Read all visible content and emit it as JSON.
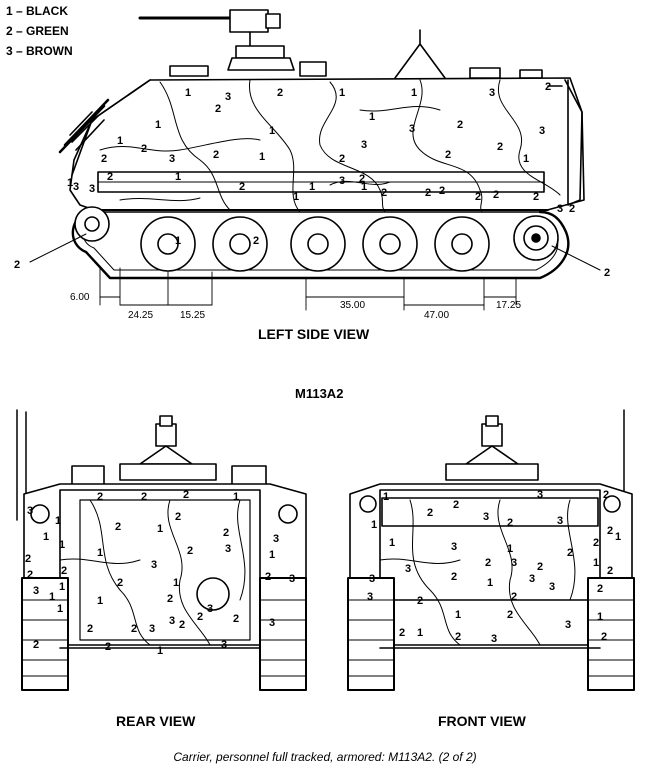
{
  "legend": [
    {
      "number": "1",
      "label": "1 – BLACK"
    },
    {
      "number": "2",
      "label": "2 – GREEN"
    },
    {
      "number": "3",
      "label": "3 – BROWN"
    }
  ],
  "views": {
    "left": "LEFT SIDE VIEW",
    "rear": "REAR VIEW",
    "front": "FRONT VIEW"
  },
  "model": "M113A2",
  "caption": "Carrier, personnel full tracked, armored: M113A2.  (2 of 2)",
  "dimensions": {
    "d1": "6.00",
    "d2": "24.25",
    "d3": "15.25",
    "d4": "35.00",
    "d5": "47.00",
    "d6": "17.25"
  },
  "callouts": {
    "left": "2",
    "right": "2"
  },
  "zones": {
    "side": [
      "1",
      "3",
      "2",
      "1",
      "1",
      "3",
      "2",
      "1",
      "2",
      "1",
      "1",
      "3",
      "2",
      "1",
      "2",
      "3",
      "2",
      "3",
      "2",
      "3",
      "2",
      "1",
      "2",
      "2",
      "1",
      "2",
      "1",
      "2",
      "1",
      "3",
      "2",
      "2",
      "2",
      "2",
      "3",
      "2",
      "3",
      "3",
      "1",
      "2",
      "2",
      "2",
      "1",
      "1",
      "2",
      "1"
    ],
    "rear": [
      "2",
      "2",
      "2",
      "1",
      "3",
      "1",
      "2",
      "1",
      "2",
      "2",
      "1",
      "1",
      "2",
      "1",
      "2",
      "3",
      "2",
      "2",
      "3",
      "1",
      "2",
      "3",
      "2",
      "1",
      "3",
      "1",
      "2",
      "3",
      "2",
      "3",
      "1",
      "2",
      "2",
      "3",
      "1",
      "2",
      "3",
      "2",
      "3",
      "2",
      "1",
      "3",
      "1",
      "2"
    ],
    "front": [
      "1",
      "2",
      "3",
      "2",
      "1",
      "2",
      "3",
      "2",
      "3",
      "2",
      "1",
      "3",
      "1",
      "2",
      "3",
      "3",
      "2",
      "1",
      "2",
      "3",
      "1",
      "2",
      "3",
      "2",
      "3",
      "2",
      "1",
      "2",
      "3",
      "2",
      "2",
      "1",
      "3",
      "2",
      "2",
      "1",
      "2",
      "1",
      "3",
      "2"
    ]
  }
}
